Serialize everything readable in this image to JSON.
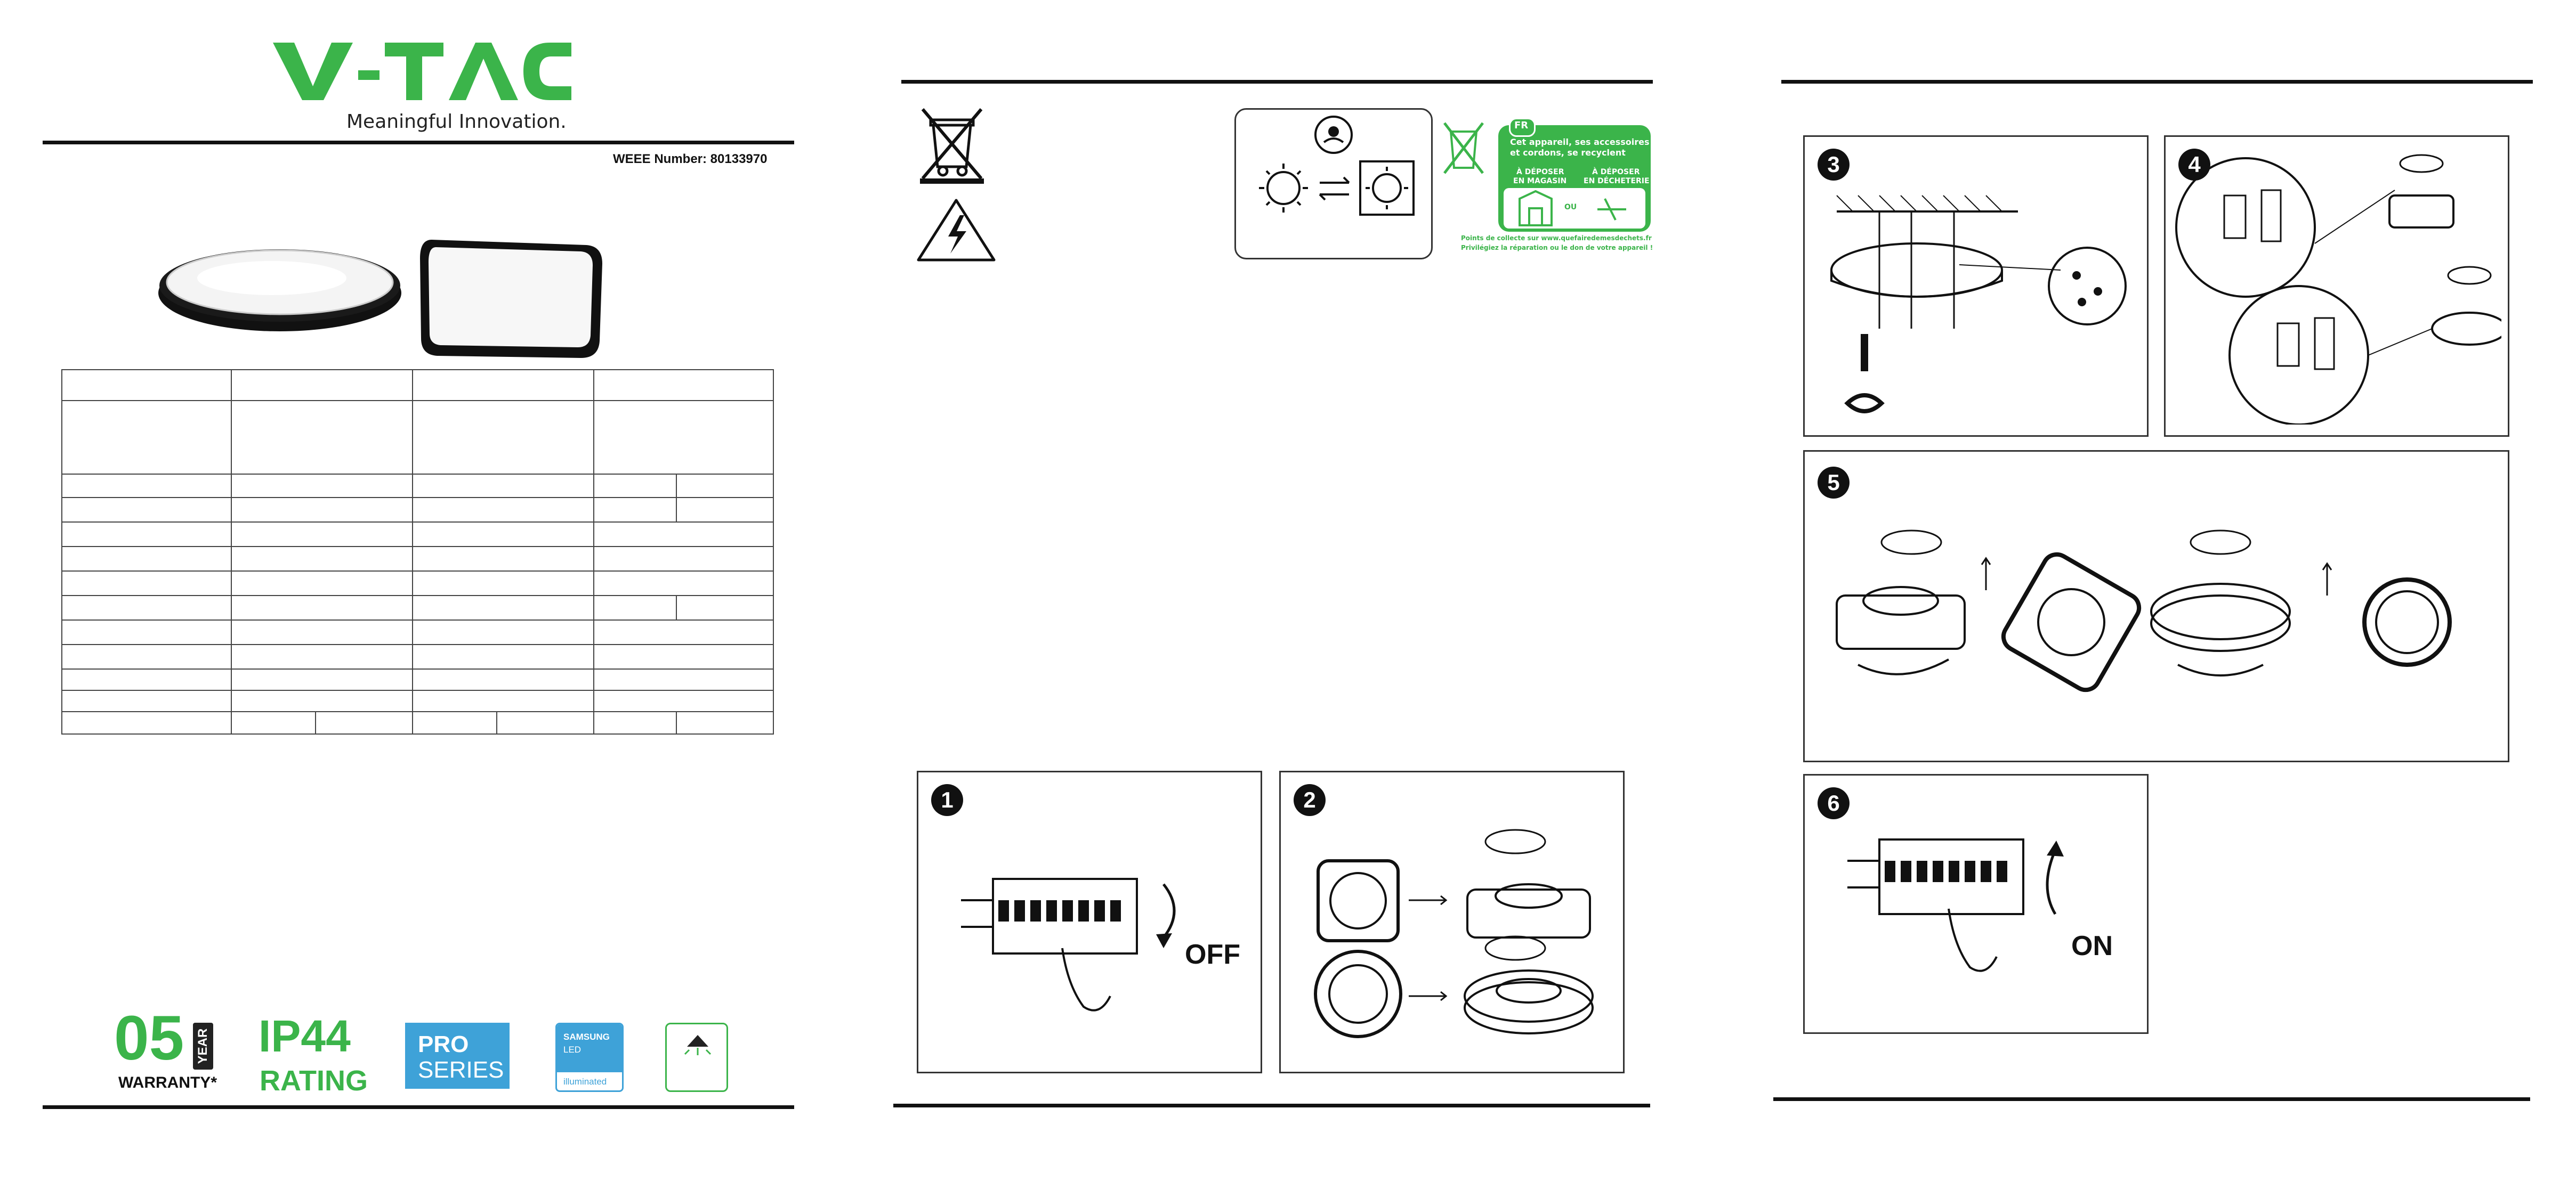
{
  "brand": {
    "logo": "V-TAC",
    "tagline": "Meaningful Innovation.",
    "weee_label": "WEEE Number: 80133970",
    "green": "#3bb44a"
  },
  "badges": {
    "warranty_number": "05",
    "warranty_year": "YEAR",
    "warranty_label": "WARRANTY*",
    "ip_rating": "IP44",
    "ip_label": "RATING",
    "pro": "PRO",
    "series": "SERIES",
    "samsung": "SAMSUNG",
    "led": "LED",
    "illuminated": "illuminated",
    "pro_color": "#3ea2d8"
  },
  "recycling": {
    "fr_tag": "FR",
    "line1": "Cet appareil, ses accessoires",
    "line2": "et cordons, se recyclent",
    "store": "À DÉPOSER",
    "store2": "EN MAGASIN",
    "or": "OU",
    "dump": "À DÉPOSER",
    "dump2": "EN DÉCHETERIE",
    "footer1": "Points de collecte sur www.quefairedemesdechets.fr",
    "footer2": "Privilégiez la réparation ou le don de votre appareil !"
  },
  "steps": {
    "s1": "1",
    "s2": "2",
    "s3": "3",
    "s4": "4",
    "s5": "5",
    "s6": "6",
    "off": "OFF",
    "on": "ON"
  },
  "icons": [
    "weee-bin-icon",
    "high-voltage-icon",
    "light-swap-icon",
    "circuit-breaker-icon",
    "ceiling-mount-icon"
  ]
}
